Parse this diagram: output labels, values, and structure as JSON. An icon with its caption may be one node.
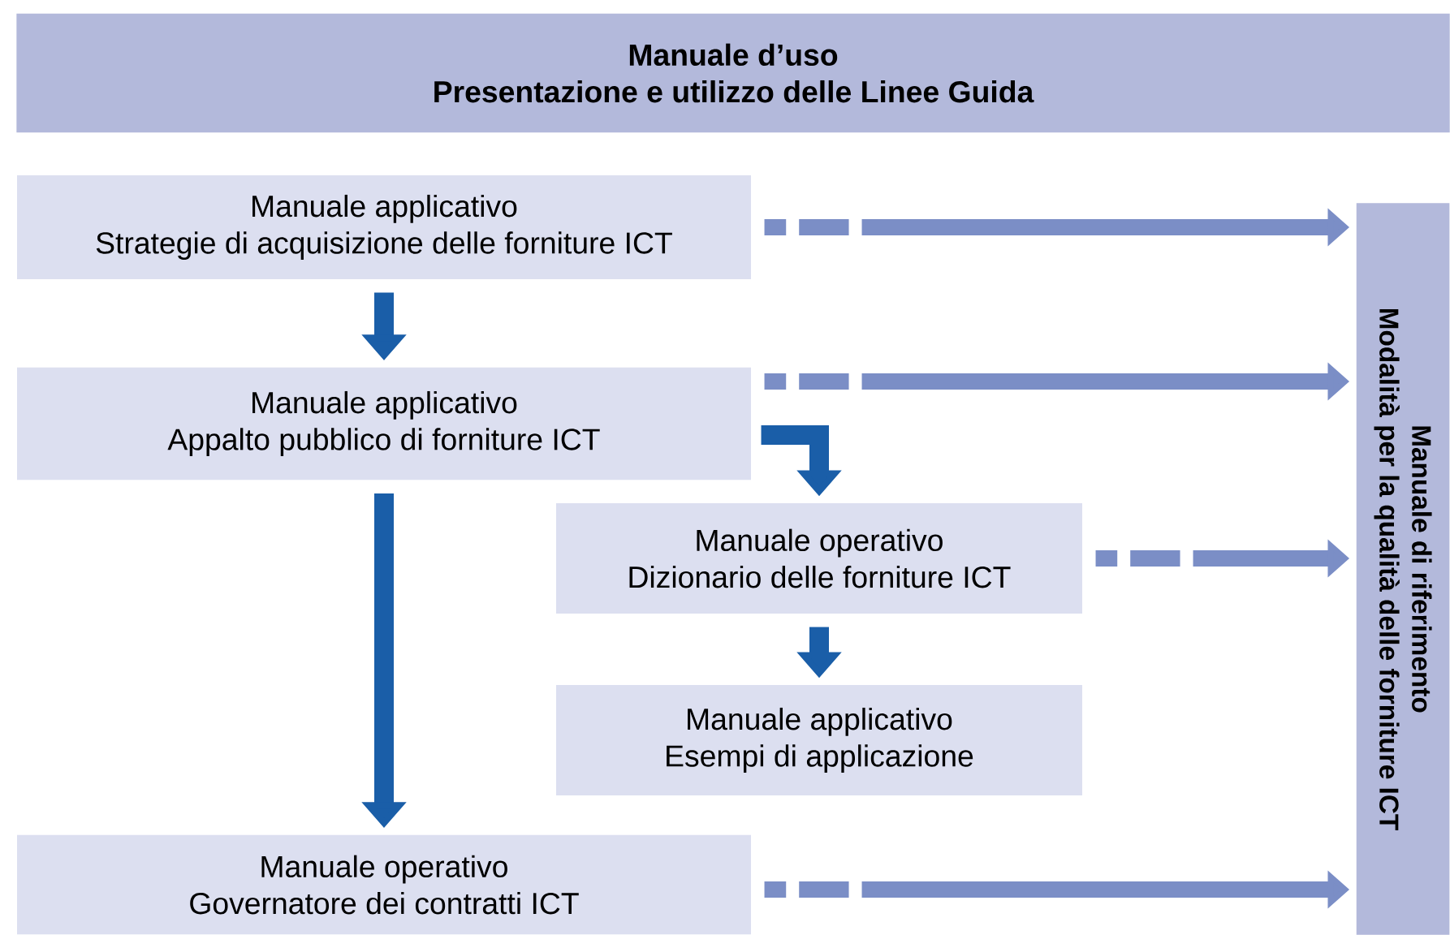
{
  "diagram": {
    "nodes": [
      {
        "text": [
          "Manuale d’uso",
          "Presentazione e utilizzo delle Linee Guida"
        ]
      },
      {
        "text": [
          "Manuale applicativo",
          "Strategie di acquisizione delle forniture ICT"
        ]
      },
      {
        "text": [
          "Manuale applicativo",
          "Appalto pubblico di forniture ICT"
        ]
      },
      {
        "text": [
          "Manuale operativo",
          "Dizionario delle forniture ICT"
        ]
      },
      {
        "text": [
          "Manuale applicativo",
          "Esempi di applicazione"
        ]
      },
      {
        "text": [
          "Manuale operativo",
          "Governatore dei contratti ICT"
        ]
      },
      {
        "text": [
          "Manuale di riferimento",
          "Modalità per la qualità delle forniture ICT"
        ]
      }
    ],
    "edges": [
      {
        "from": 1,
        "to": 2,
        "arrow": "to",
        "color": "#1a5ea8"
      },
      {
        "from": 2,
        "to": 3,
        "arrow": "to",
        "color": "#1a5ea8"
      },
      {
        "from": 2,
        "to": 5,
        "arrow": "to",
        "color": "#1a5ea8"
      },
      {
        "from": 3,
        "to": 4,
        "arrow": "to",
        "color": "#1a5ea8"
      },
      {
        "from": 1,
        "to": 6,
        "arrow": "to",
        "style": "dashed",
        "color": "#7b8ec6"
      },
      {
        "from": 2,
        "to": 6,
        "arrow": "to",
        "style": "dashed",
        "color": "#7b8ec6"
      },
      {
        "from": 3,
        "to": 6,
        "arrow": "to",
        "style": "dashed",
        "color": "#7b8ec6"
      },
      {
        "from": 5,
        "to": 6,
        "arrow": "to",
        "style": "dashed",
        "color": "#7b8ec6"
      }
    ]
  }
}
